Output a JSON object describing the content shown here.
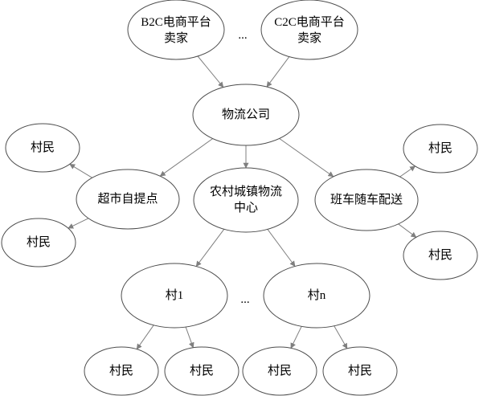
{
  "diagram": {
    "nodes": {
      "b2c": {
        "lines": [
          "B2C电商平台",
          "卖家"
        ]
      },
      "c2c": {
        "lines": [
          "C2C电商平台",
          "卖家"
        ]
      },
      "logistics": {
        "lines": [
          "物流公司"
        ]
      },
      "supermarket": {
        "lines": [
          "超市自提点"
        ]
      },
      "center": {
        "lines": [
          "农村城镇物流",
          "中心"
        ]
      },
      "bus": {
        "lines": [
          "班车随车配送"
        ]
      },
      "villager_sm_top": {
        "lines": [
          "村民"
        ]
      },
      "villager_sm_bottom": {
        "lines": [
          "村民"
        ]
      },
      "villager_bus_top": {
        "lines": [
          "村民"
        ]
      },
      "villager_bus_bottom": {
        "lines": [
          "村民"
        ]
      },
      "village1": {
        "lines": [
          "村1"
        ]
      },
      "villagen": {
        "lines": [
          "村n"
        ]
      },
      "villager_v1_a": {
        "lines": [
          "村民"
        ]
      },
      "villager_v1_b": {
        "lines": [
          "村民"
        ]
      },
      "villager_vn_a": {
        "lines": [
          "村民"
        ]
      },
      "villager_vn_b": {
        "lines": [
          "村民"
        ]
      }
    },
    "edges": [
      {
        "from": "b2c",
        "to": "logistics"
      },
      {
        "from": "c2c",
        "to": "logistics"
      },
      {
        "from": "logistics",
        "to": "supermarket"
      },
      {
        "from": "logistics",
        "to": "center"
      },
      {
        "from": "logistics",
        "to": "bus"
      },
      {
        "from": "supermarket",
        "to": "villager_sm_top"
      },
      {
        "from": "supermarket",
        "to": "villager_sm_bottom"
      },
      {
        "from": "bus",
        "to": "villager_bus_top"
      },
      {
        "from": "bus",
        "to": "villager_bus_bottom"
      },
      {
        "from": "center",
        "to": "village1"
      },
      {
        "from": "center",
        "to": "villagen"
      },
      {
        "from": "village1",
        "to": "villager_v1_a"
      },
      {
        "from": "village1",
        "to": "villager_v1_b"
      },
      {
        "from": "villagen",
        "to": "villager_vn_a"
      },
      {
        "from": "villagen",
        "to": "villager_vn_b"
      }
    ],
    "ellipsis_top": "...",
    "ellipsis_villages": "..."
  }
}
